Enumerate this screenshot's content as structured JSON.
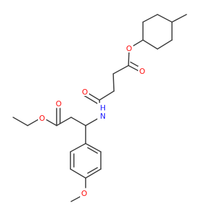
{
  "molecule": {
    "colors": {
      "bond": "#3b3b3b",
      "oxygen": "#ff0d0d",
      "nitrogen": "#2020ff",
      "background": "#ffffff"
    },
    "atoms": {
      "o_ester_cyclohexyl": "O",
      "o_carbonyl_succinyl": "O",
      "o_amide_carbonyl": "O",
      "n_amide": "N",
      "h_amide": "H",
      "o_carbonyl_ethyl_ester": "O",
      "o_ethyl_ester": "O",
      "o_methoxy": "O"
    }
  }
}
